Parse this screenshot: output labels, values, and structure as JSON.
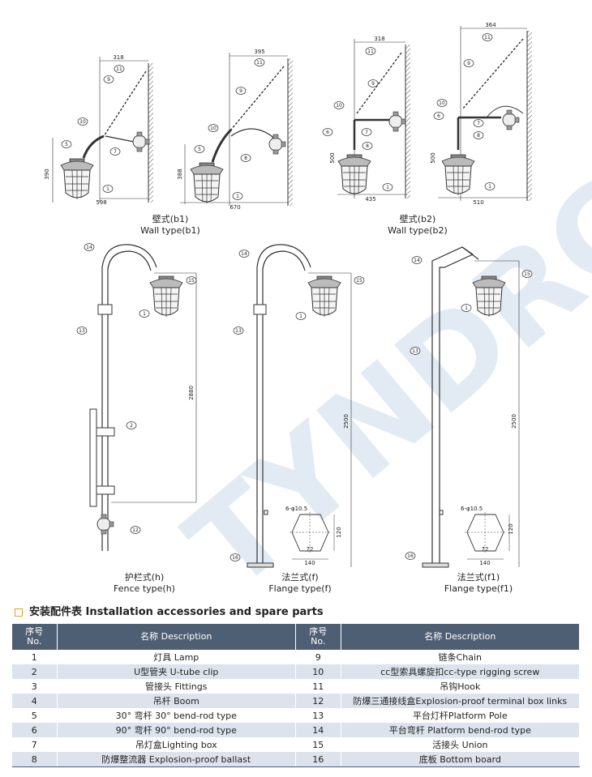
{
  "diagram": {
    "b1": {
      "dim_top": "318",
      "dim_height": "390",
      "dim_bottom": "598"
    },
    "b1b": {
      "dim_top": "395",
      "dim_height": "388",
      "dim_bottom": "670"
    },
    "b2": {
      "dim_top": "318",
      "dim_height": "500",
      "dim_bottom": "435"
    },
    "b2b": {
      "dim_top": "364",
      "dim_height": "500",
      "dim_bottom": "510"
    },
    "h": {
      "dim_height": "2880"
    },
    "f": {
      "dim_height": "2500",
      "bolt_label": "6-φ10.5",
      "plate_w": "140",
      "plate_h": "120",
      "plate_inner": "72"
    },
    "f1": {
      "dim_height": "2500",
      "bolt_label": "6-φ10.5",
      "plate_w": "140",
      "plate_h": "120",
      "plate_inner": "72"
    },
    "callouts": [
      "1",
      "2",
      "5",
      "6",
      "7",
      "8",
      "9",
      "10",
      "11",
      "12",
      "13",
      "14",
      "15",
      "16"
    ],
    "watermark": "TYNDRCN"
  },
  "labels": {
    "wall_b1_cn": "壁式(b1)",
    "wall_b1_en": "Wall type(b1)",
    "wall_b2_cn": "壁式(b2)",
    "wall_b2_en": "Wall type(b2)",
    "fence_cn": "护栏式(h)",
    "fence_en": "Fence type(h)",
    "flange_f_cn": "法兰式(f)",
    "flange_f_en": "Flange type(f)",
    "flange_f1_cn": "法兰式(f1)",
    "flange_f1_en": "Flange type(f1)"
  },
  "section_title": "安装配件表 Installation accessories and spare parts",
  "table": {
    "headers": [
      "序号\nNo.",
      "名称 Description",
      "序号\nNo.",
      "名称 Description"
    ],
    "header_no_cn": "序号",
    "header_no_en": "No.",
    "header_desc": "名称 Description",
    "rows": [
      {
        "n1": "1",
        "d1": "灯具 Lamp",
        "n2": "9",
        "d2": "链条Chain"
      },
      {
        "n1": "2",
        "d1": "U型管夹 U-tube clip",
        "n2": "10",
        "d2": "cc型索具螺旋扣cc-type rigging screw"
      },
      {
        "n1": "3",
        "d1": "管接头 Fittings",
        "n2": "11",
        "d2": "吊钩Hook"
      },
      {
        "n1": "4",
        "d1": "吊杆 Boom",
        "n2": "12",
        "d2": "防爆三通接线盒Explosion-proof terminal box links"
      },
      {
        "n1": "5",
        "d1": "30° 弯杆 30° bend-rod type",
        "n2": "13",
        "d2": "平台灯杆Platform Pole"
      },
      {
        "n1": "6",
        "d1": "90° 弯杆 90° bend-rod type",
        "n2": "14",
        "d2": "平台弯杆 Platform bend-rod type"
      },
      {
        "n1": "7",
        "d1": "吊灯盒Lighting box",
        "n2": "15",
        "d2": "活接头 Union"
      },
      {
        "n1": "8",
        "d1": "防爆整流器 Explosion-proof ballast",
        "n2": "16",
        "d2": "底板 Bottom board"
      }
    ]
  }
}
